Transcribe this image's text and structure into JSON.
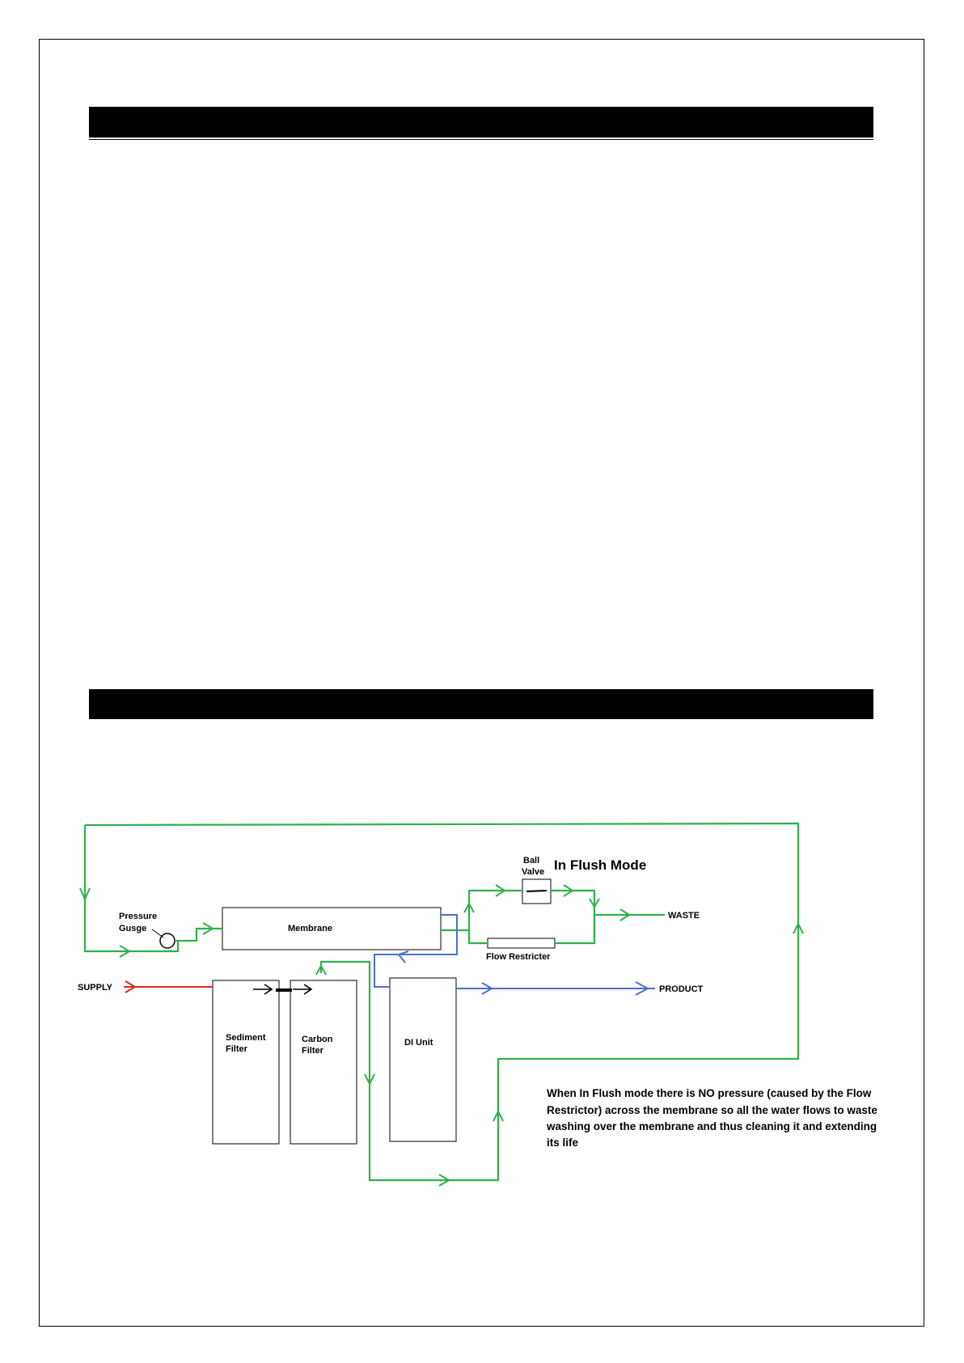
{
  "colors": {
    "flush_line": "#2eb14b",
    "supply_line": "#d22b2b",
    "product_line": "#4a6fd1",
    "header_bar": "#000000"
  },
  "diagram": {
    "mode_title": "In Flush Mode",
    "components": {
      "ball_valve_line1": "Ball",
      "ball_valve_line2": "Valve",
      "pressure_gauge_line1": "Pressure",
      "pressure_gauge_line2": "Gusge",
      "membrane": "Membrane",
      "flow_restricter": "Flow Restricter",
      "sediment_filter_line1": "Sediment",
      "sediment_filter_line2": "Filter",
      "carbon_filter_line1": "Carbon",
      "carbon_filter_line2": "Filter",
      "di_unit": "DI Unit"
    },
    "ports": {
      "supply": "SUPPLY",
      "waste": "WASTE",
      "product": "PRODUCT"
    },
    "note_lines": [
      "When In Flush mode there is NO pressure (caused by the Flow",
      "Restrictor) across the membrane so all the water flows to waste",
      "washing over the membrane and thus cleaning it and extending",
      "its life"
    ]
  }
}
